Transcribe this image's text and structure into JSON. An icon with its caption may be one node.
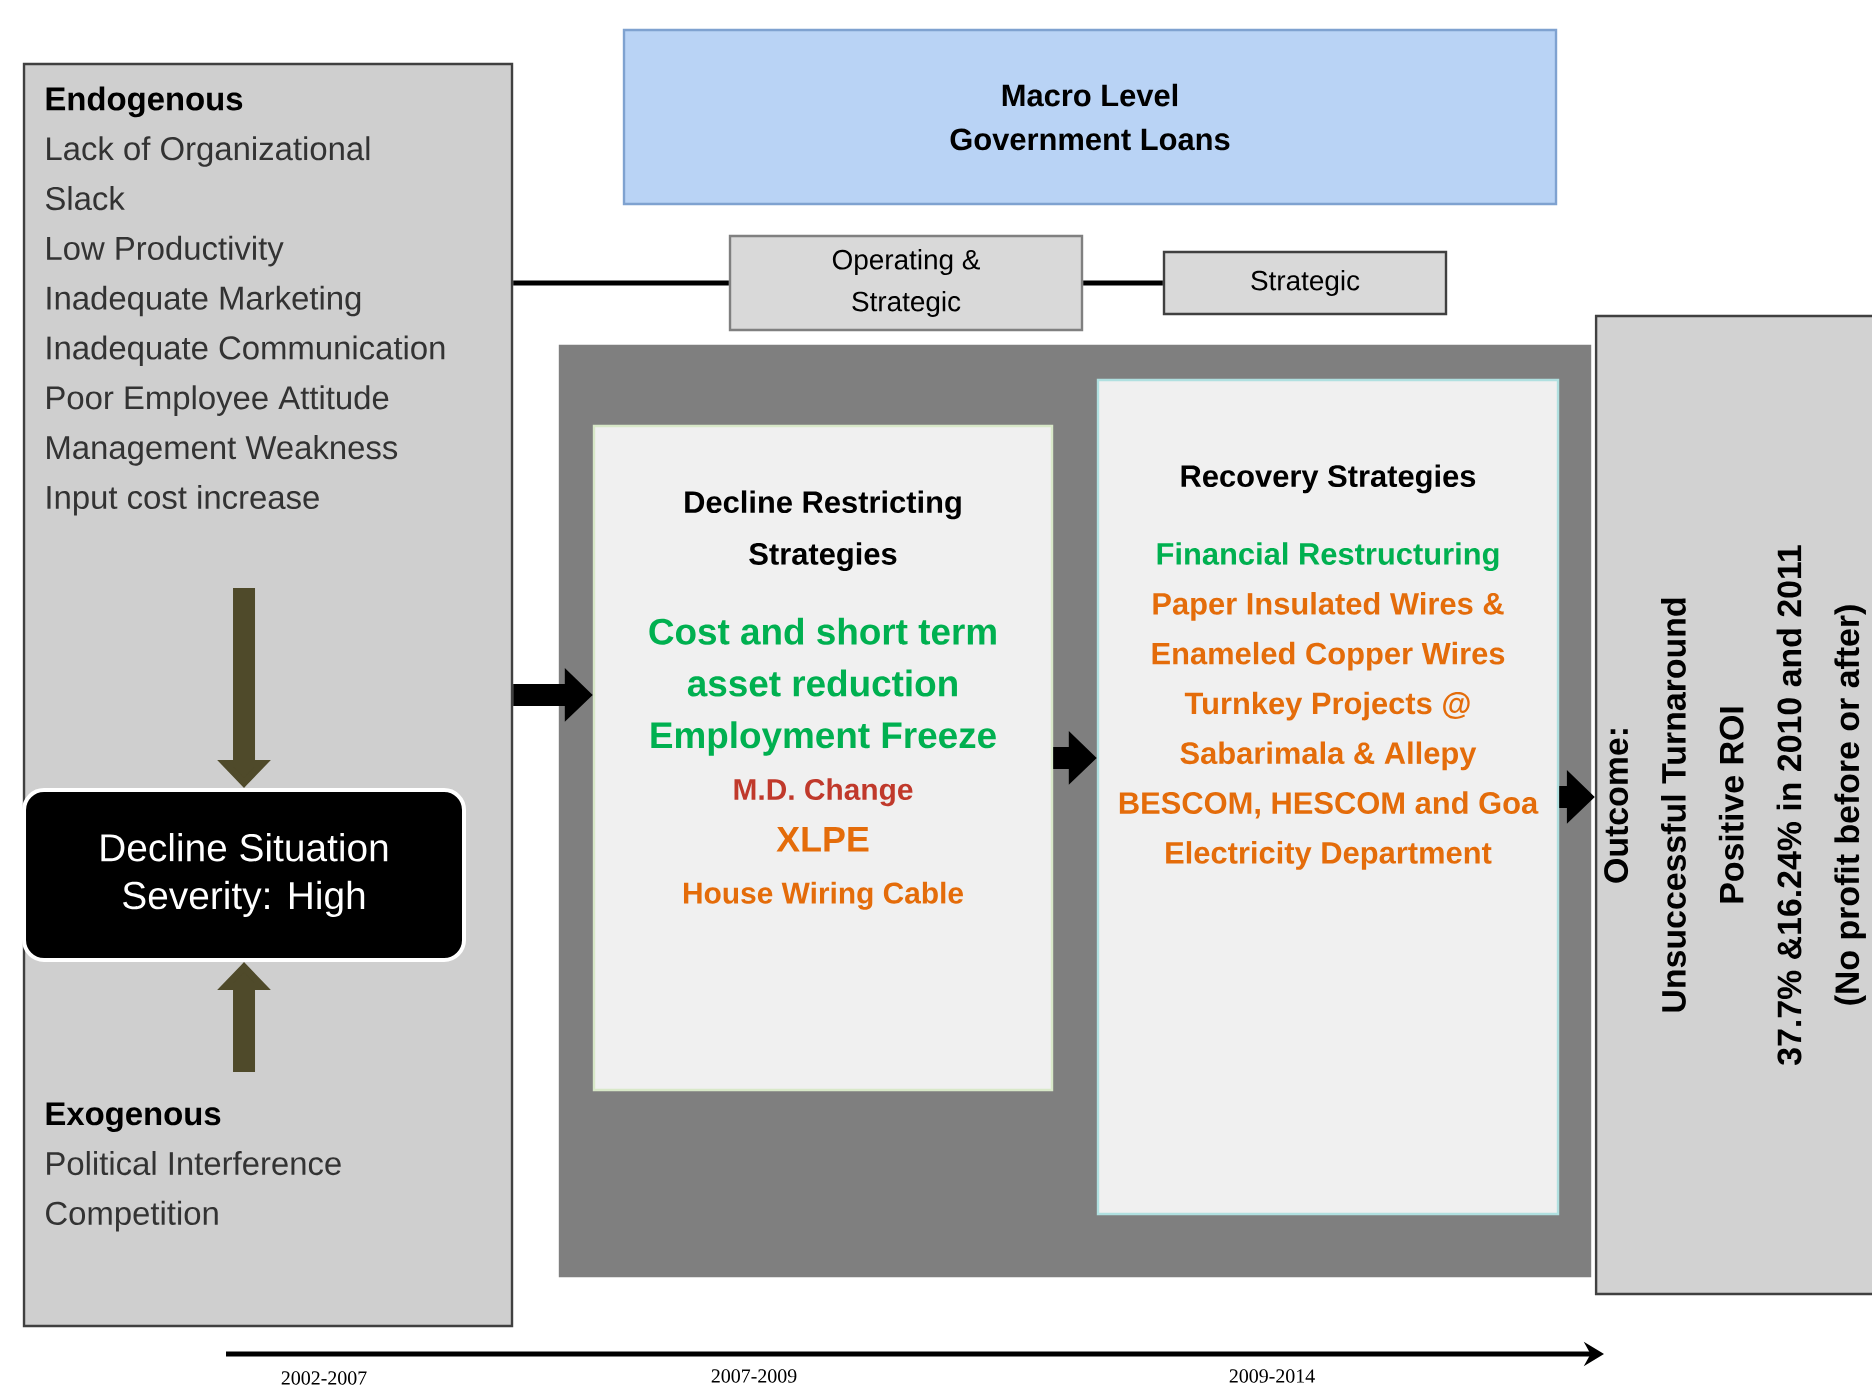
{
  "diagram": {
    "nodes": [
      {
        "text": [],
        "shape": "box"
      },
      {
        "text": [
          "Endogenous",
          "Lack of Organizational Slack",
          "Low Productivity",
          "Inadequate Marketing",
          "Inadequate Communication",
          "Poor Employee Attitude",
          "Management Weakness",
          "Input cost increase"
        ],
        "in": 0
      },
      {
        "text": [
          "Decline Situation Severity: High"
        ],
        "in": 0
      },
      {
        "text": [
          "Exogenous",
          "Political Interference",
          "Competition"
        ],
        "in": 0
      },
      {
        "text": [
          "Macro Level",
          "Government Loans"
        ]
      },
      {
        "text": [
          "Operating & Strategic"
        ]
      },
      {
        "text": [
          "Strategic"
        ]
      },
      {
        "text": [],
        "shape": "box"
      },
      {
        "text": [
          "Decline Restricting Strategies",
          "Cost and short term asset reduction",
          "Employment Freeze",
          "M.D. Change",
          "XLPE",
          "House Wiring Cable"
        ],
        "in": 7
      },
      {
        "text": [
          "Recovery Strategies",
          "Financial Restructuring",
          "Paper Insulated Wires & Enameled Copper Wires",
          "Turnkey Projects @ Sabarimala & Allepy",
          "BESCOM, HESCOM and Goa Electricity Department"
        ],
        "in": 7
      },
      {
        "text": [
          "Outcome:",
          "Unsuccessful Turnaround",
          "Positive ROI",
          "37.7% &16.24% in 2010 and 2011",
          "(No profit before or after)"
        ]
      }
    ],
    "edges": [
      {
        "from": 1,
        "to": 2,
        "arrow": "to",
        "color": "#4f4a2a"
      },
      {
        "from": 3,
        "to": 2,
        "arrow": "to",
        "color": "#4f4a2a"
      },
      {
        "from": 0,
        "to": 5,
        "arrow": "none"
      },
      {
        "from": 5,
        "to": 6,
        "arrow": "none"
      },
      {
        "from": 0,
        "to": 8,
        "arrow": "to"
      },
      {
        "from": 8,
        "to": 9,
        "arrow": "to"
      },
      {
        "from": 9,
        "to": 10,
        "arrow": "to"
      }
    ],
    "labels": [
      "2002-2007",
      "2007-2009",
      "2009-2014"
    ]
  }
}
